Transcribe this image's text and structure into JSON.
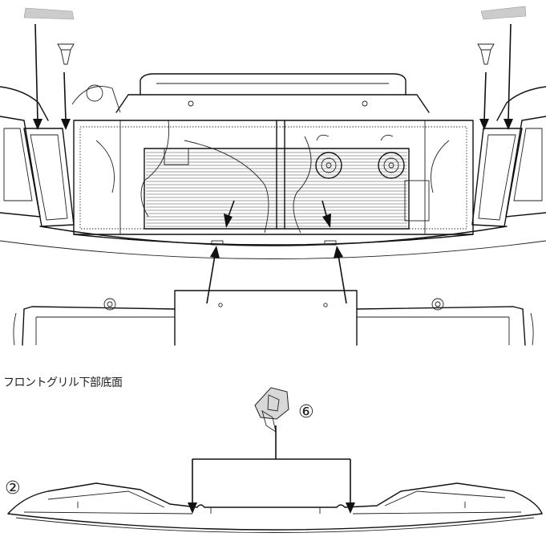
{
  "labels": {
    "section": "フロントグリル下部底面",
    "callout_top": "⑥",
    "callout_bottom": "②"
  }
}
